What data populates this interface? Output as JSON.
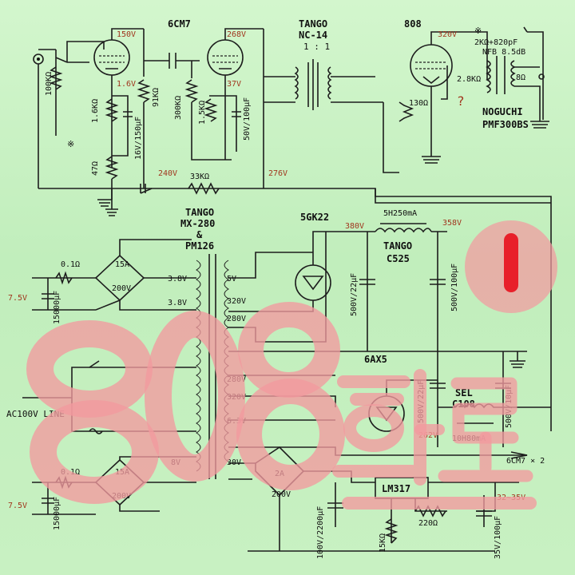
{
  "tubes": {
    "driver": "6CM7",
    "output": "808",
    "rectifier": "5GK22",
    "regulator_tube": "6AX5"
  },
  "transformers": {
    "interstage": {
      "brand": "TANGO",
      "model": "NC-14",
      "ratio": "1 : 1"
    },
    "power": {
      "brand": "TANGO",
      "model": "MX-280",
      "amp": "&",
      "alt": "PM126"
    },
    "output": {
      "brand": "NOGUCHI",
      "model": "PMF300BS"
    },
    "choke_hv": {
      "spec": "5H250mA",
      "brand": "TANGO",
      "model": "C525"
    },
    "choke_lv": {
      "brand": "SEL",
      "model": "C108",
      "spec": "10H80mA"
    }
  },
  "voltages": {
    "v150": "150V",
    "v1_6": "1.6V",
    "v240": "240V",
    "v268": "268V",
    "v37": "37V",
    "v276": "276V",
    "v320": "320V",
    "v380": "380V",
    "v358": "358V",
    "v262": "262V"
  },
  "components": {
    "vol": "100KΩ",
    "r1_6k": "1.6KΩ",
    "c16": "16V/150μF",
    "r91k": "91KΩ",
    "r47": "47Ω",
    "r300k": "300KΩ",
    "r1_5k": "1.5KΩ",
    "c50": "50V/100μF",
    "r33k": "33KΩ",
    "r130": "130Ω",
    "nfb1": "2KΩ+820pF",
    "nfb2": "NFB 8.5dB",
    "ohm_tap": "2.8KΩ",
    "q": "?",
    "sec": "8Ω",
    "mark1": "※",
    "mark2": "※",
    "c500_22a": "500V/22μF",
    "c500_100": "500V/100μF",
    "c500_22b": "500V/22μF",
    "c500_10": "500V/10μF",
    "r01a": "0.1Ω",
    "br15a": "15A",
    "br200a": "200V",
    "c15000a": "15000μF",
    "v75a": "7.5V",
    "r01b": "0.1Ω",
    "br15b": "15A",
    "br200b": "200V",
    "c15000b": "15000μF",
    "v75b": "7.5V",
    "ac_line": "AC100V LINE",
    "br2a": "2A",
    "br200c": "200V",
    "reg": "LM317",
    "c100_2200": "100V/2200μF",
    "r220": "220Ω",
    "r15k": "15KΩ",
    "c35_100": "35V/100μF",
    "out_range": "32~35V",
    "heater_out": "6CM7 × 2"
  },
  "taps": {
    "t3_8a": "3.8V",
    "t3_8b": "3.8V",
    "t5": "5V",
    "t320a": "320V",
    "t280a": "280V",
    "t280b": "280V",
    "t320b": "320V",
    "t6_3": "6.3V",
    "t8": "8V",
    "t30": "30V"
  },
  "overlay": {
    "big": "808",
    "hangul": "회로",
    "badge": "1",
    "pink": "#f29a9f",
    "red": "#e8202a"
  }
}
